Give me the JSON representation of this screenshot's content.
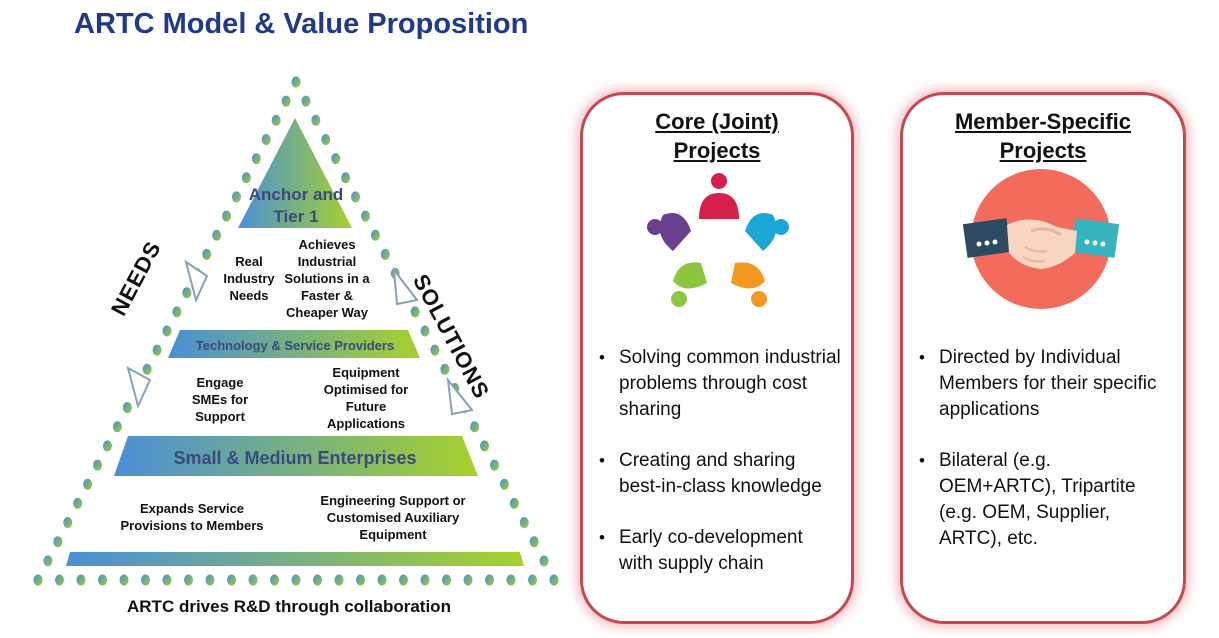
{
  "title": "ARTC Model & Value Proposition",
  "pyramid": {
    "apex": "Anchor and Tier 1",
    "band1": "Technology & Service Providers",
    "band2": "Small & Medium Enterprises",
    "needs": "NEEDS",
    "solutions": "SOLUTIONS",
    "real_needs": "Real Industry Needs",
    "achieves": "Achieves Industrial Solutions in a Faster & Cheaper Way",
    "engage": "Engage SMEs for Support",
    "equipment": "Equipment Optimised for Future Applications",
    "expands": "Expands Service Provisions to Members",
    "engineering": "Engineering Support or Customised Auxiliary Equipment",
    "footer": "ARTC drives R&D through collaboration"
  },
  "cards": [
    {
      "title_line1": "Core (Joint)",
      "title_line2": "Projects",
      "icon": "people-circle-icon",
      "bullets": [
        "Solving common industrial problems through cost sharing",
        "Creating and sharing best-in-class knowledge",
        "Early co-development with supply chain"
      ]
    },
    {
      "title_line1": "Member-Specific",
      "title_line2": "Projects",
      "icon": "handshake-icon",
      "bullets": [
        "Directed by Individual Members for their specific applications",
        "Bilateral (e.g. OEM+ARTC), Tripartite (e.g. OEM, Supplier, ARTC), etc."
      ]
    }
  ],
  "colors": {
    "title": "#1f3a8a",
    "card_border": "#c9474f",
    "blue": "#4a90d9",
    "green": "#9acd32"
  }
}
